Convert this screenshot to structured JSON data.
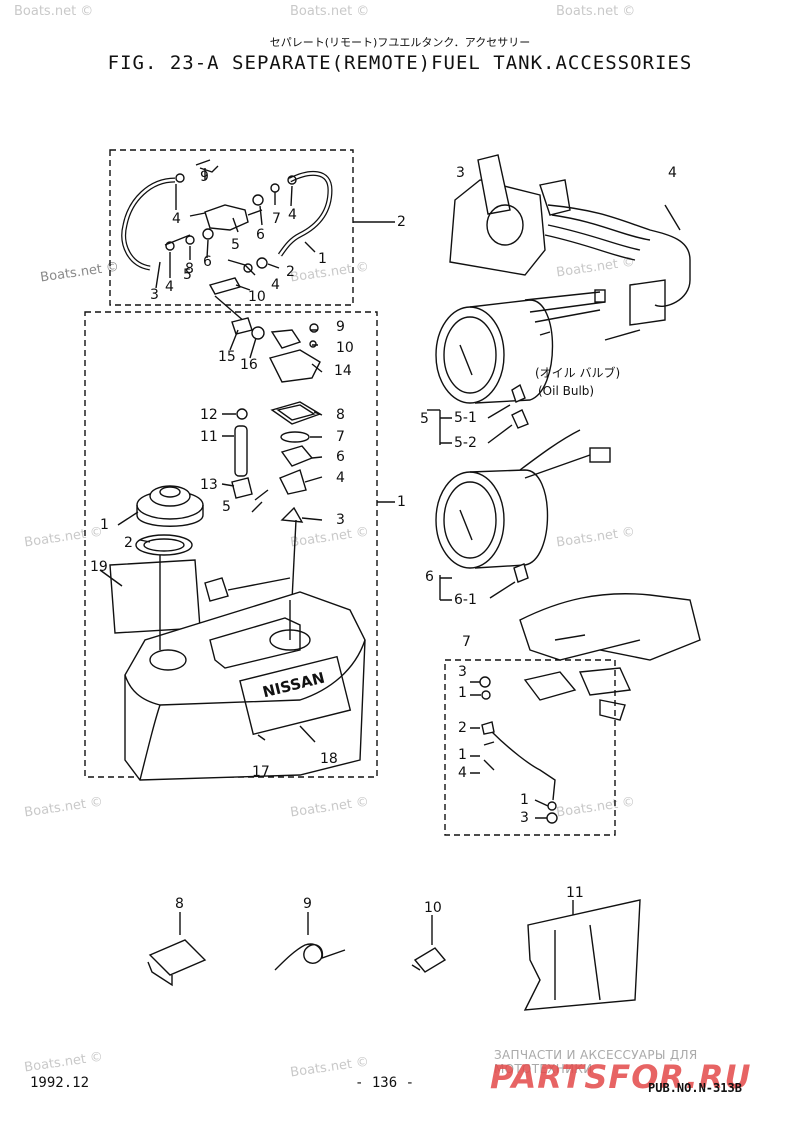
{
  "header": {
    "title_jp": "セパレート(リモート)フユエルタンク．アクセサリー",
    "title_en": "FIG. 23-A SEPARATE(REMOTE)FUEL TANK.ACCESSORIES"
  },
  "watermark": {
    "text": "Boats.net ©"
  },
  "callouts": {
    "hose_assy": [
      "9",
      "4",
      "5",
      "7",
      "4",
      "6",
      "2",
      "8",
      "6",
      "3",
      "4",
      "5",
      "1",
      "2",
      "10",
      "4"
    ],
    "tank_upper": [
      "9",
      "10",
      "15",
      "16",
      "14",
      "12",
      "8",
      "11",
      "7",
      "6",
      "13",
      "4",
      "5",
      "3",
      "1",
      "2",
      "19",
      "18",
      "17",
      "1"
    ],
    "remote": [
      "3",
      "4",
      "5",
      "5-1",
      "5-2",
      "6",
      "6-1",
      "7",
      "3",
      "1",
      "2",
      "1",
      "4",
      "1",
      "3"
    ],
    "oil_bulb_jp": "(オイル バルブ)",
    "oil_bulb_en": "(Oil Bulb)",
    "loose_parts": [
      "8",
      "9",
      "10",
      "11"
    ]
  },
  "tank_label": {
    "brand": "NISSAN"
  },
  "footer": {
    "date": "1992.12",
    "page": "- 136 -",
    "pub": "PUB.NO.N-313B"
  },
  "brand": {
    "tagline": "ЗАПЧАСТИ И АКСЕССУАРЫ ДЛЯ МОТОТЕХНИКИ",
    "logo": "PARTSFOR.RU"
  }
}
